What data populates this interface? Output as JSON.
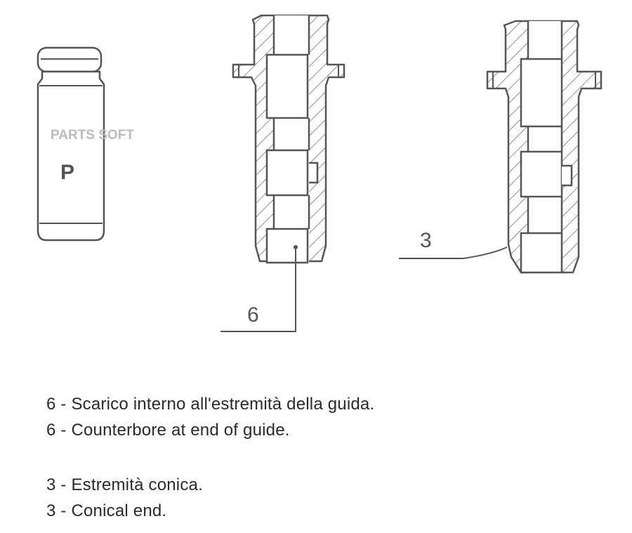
{
  "figure": {
    "watermark": "PARTS SOFT",
    "guide_letter": "P",
    "callout_counterbore": "6",
    "callout_conical": "3"
  },
  "legend": [
    "6 - Scarico interno all'estremità della guida.",
    "6 - Counterbore at end of guide.",
    "3 - Estremità conica.",
    "3 - Conical end."
  ]
}
